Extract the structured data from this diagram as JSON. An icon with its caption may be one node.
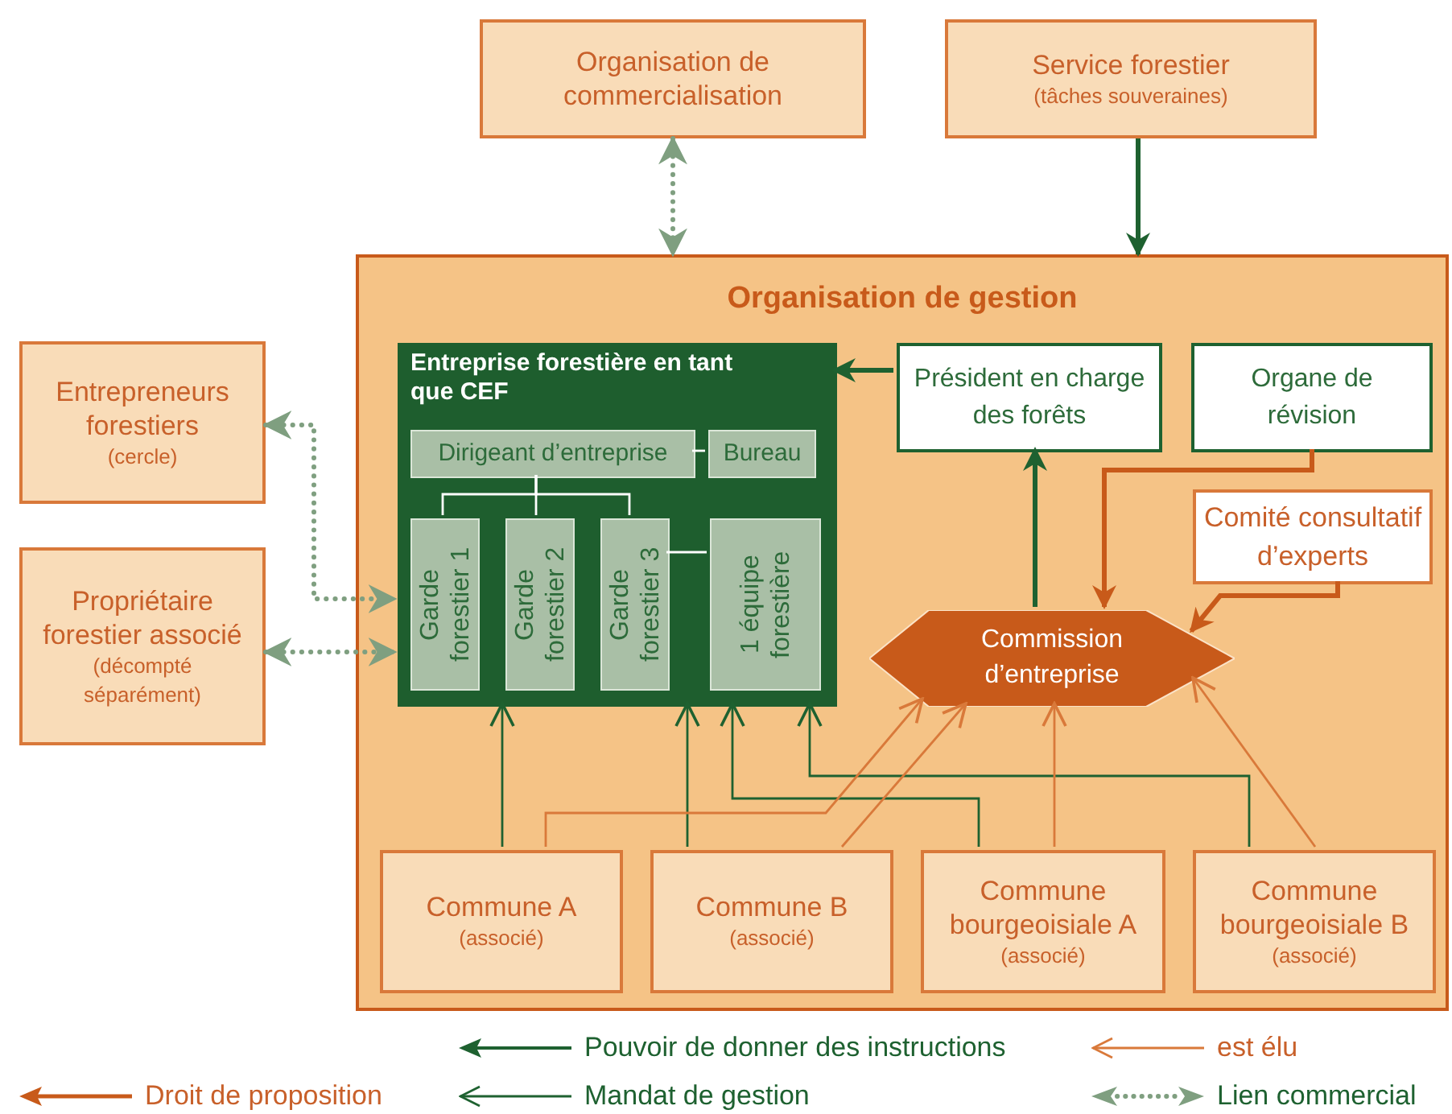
{
  "diagram": {
    "nodes": [
      {
        "text": [
          "Organisation de commercialisation"
        ]
      },
      {
        "text": [
          "Service forestier",
          "(tâches souveraines)"
        ]
      },
      {
        "text": [
          "Organisation de gestion"
        ]
      },
      {
        "text": [
          "Entreprise forestière en tant que CEF"
        ],
        "in": 2
      },
      {
        "text": [
          "Dirigeant d’entreprise"
        ],
        "in": 3
      },
      {
        "text": [
          "Bureau"
        ],
        "in": 3
      },
      {
        "text": [
          "Garde forestier 1"
        ],
        "in": 3
      },
      {
        "text": [
          "Garde forestier 2"
        ],
        "in": 3
      },
      {
        "text": [
          "Garde forestier 3"
        ],
        "in": 3
      },
      {
        "text": [
          "1 équipe forestière"
        ],
        "in": 3
      },
      {
        "text": [
          "Président en charge des forêts"
        ],
        "in": 2
      },
      {
        "text": [
          "Organe de révision"
        ],
        "in": 2
      },
      {
        "text": [
          "Comité consultatif d’experts"
        ],
        "in": 2
      },
      {
        "text": [
          "Commission d’entreprise"
        ],
        "in": 2
      },
      {
        "text": [
          "Commune A",
          "(associé)"
        ],
        "in": 2
      },
      {
        "text": [
          "Commune B",
          "(associé)"
        ],
        "in": 2
      },
      {
        "text": [
          "Commune bourgeoisiale A",
          "(associé)"
        ],
        "in": 2
      },
      {
        "text": [
          "Commune bourgeoisiale B",
          "(associé)"
        ],
        "in": 2
      },
      {
        "text": [
          "Entrepreneurs forestiers",
          "(cercle)"
        ]
      },
      {
        "text": [
          "Propriétaire forestier associé",
          "(décompté séparément)"
        ]
      }
    ],
    "edges": [
      {
        "from": 0,
        "to": 2,
        "arrow": "both",
        "style": "dashed",
        "color": "#7f9f80"
      },
      {
        "from": 1,
        "to": 2,
        "arrow": "to",
        "style": "thick"
      },
      {
        "from": 10,
        "to": 3,
        "arrow": "to",
        "style": "thick"
      },
      {
        "from": 13,
        "to": 10,
        "arrow": "to",
        "style": "thick"
      },
      {
        "from": 11,
        "to": 13,
        "arrow": "to",
        "style": "thick",
        "color": "#c85a1a"
      },
      {
        "from": 12,
        "to": 13,
        "arrow": "to",
        "style": "thick",
        "color": "#c85a1a"
      },
      {
        "from": 18,
        "to": 3,
        "arrow": "both",
        "style": "dashed",
        "color": "#7f9f80"
      },
      {
        "from": 19,
        "to": 3,
        "arrow": "both",
        "style": "dashed",
        "color": "#7f9f80"
      },
      {
        "from": 14,
        "to": 3,
        "arrow": "to"
      },
      {
        "from": 15,
        "to": 3,
        "arrow": "to"
      },
      {
        "from": 16,
        "to": 3,
        "arrow": "to"
      },
      {
        "from": 17,
        "to": 3,
        "arrow": "to"
      },
      {
        "from": 14,
        "to": 13,
        "arrow": "to",
        "color": "#d9793a"
      },
      {
        "from": 15,
        "to": 13,
        "arrow": "to",
        "color": "#d9793a"
      },
      {
        "from": 16,
        "to": 13,
        "arrow": "to",
        "color": "#d9793a"
      },
      {
        "from": 17,
        "to": 13,
        "arrow": "to",
        "color": "#d9793a"
      },
      {
        "from": 4,
        "to": 6,
        "arrow": "none",
        "color": "#ffffff"
      },
      {
        "from": 4,
        "to": 7,
        "arrow": "none",
        "color": "#ffffff"
      },
      {
        "from": 4,
        "to": 8,
        "arrow": "none",
        "color": "#ffffff"
      },
      {
        "from": 4,
        "to": 5,
        "arrow": "none",
        "color": "#ffffff"
      },
      {
        "from": 8,
        "to": 9,
        "arrow": "none",
        "color": "#ffffff"
      }
    ],
    "legend": [
      {
        "text": "Pouvoir de donner des instructions"
      },
      {
        "text": "est élu"
      },
      {
        "text": "Droit de proposition"
      },
      {
        "text": "Mandat de gestion"
      },
      {
        "text": "Lien commercial"
      }
    ]
  }
}
